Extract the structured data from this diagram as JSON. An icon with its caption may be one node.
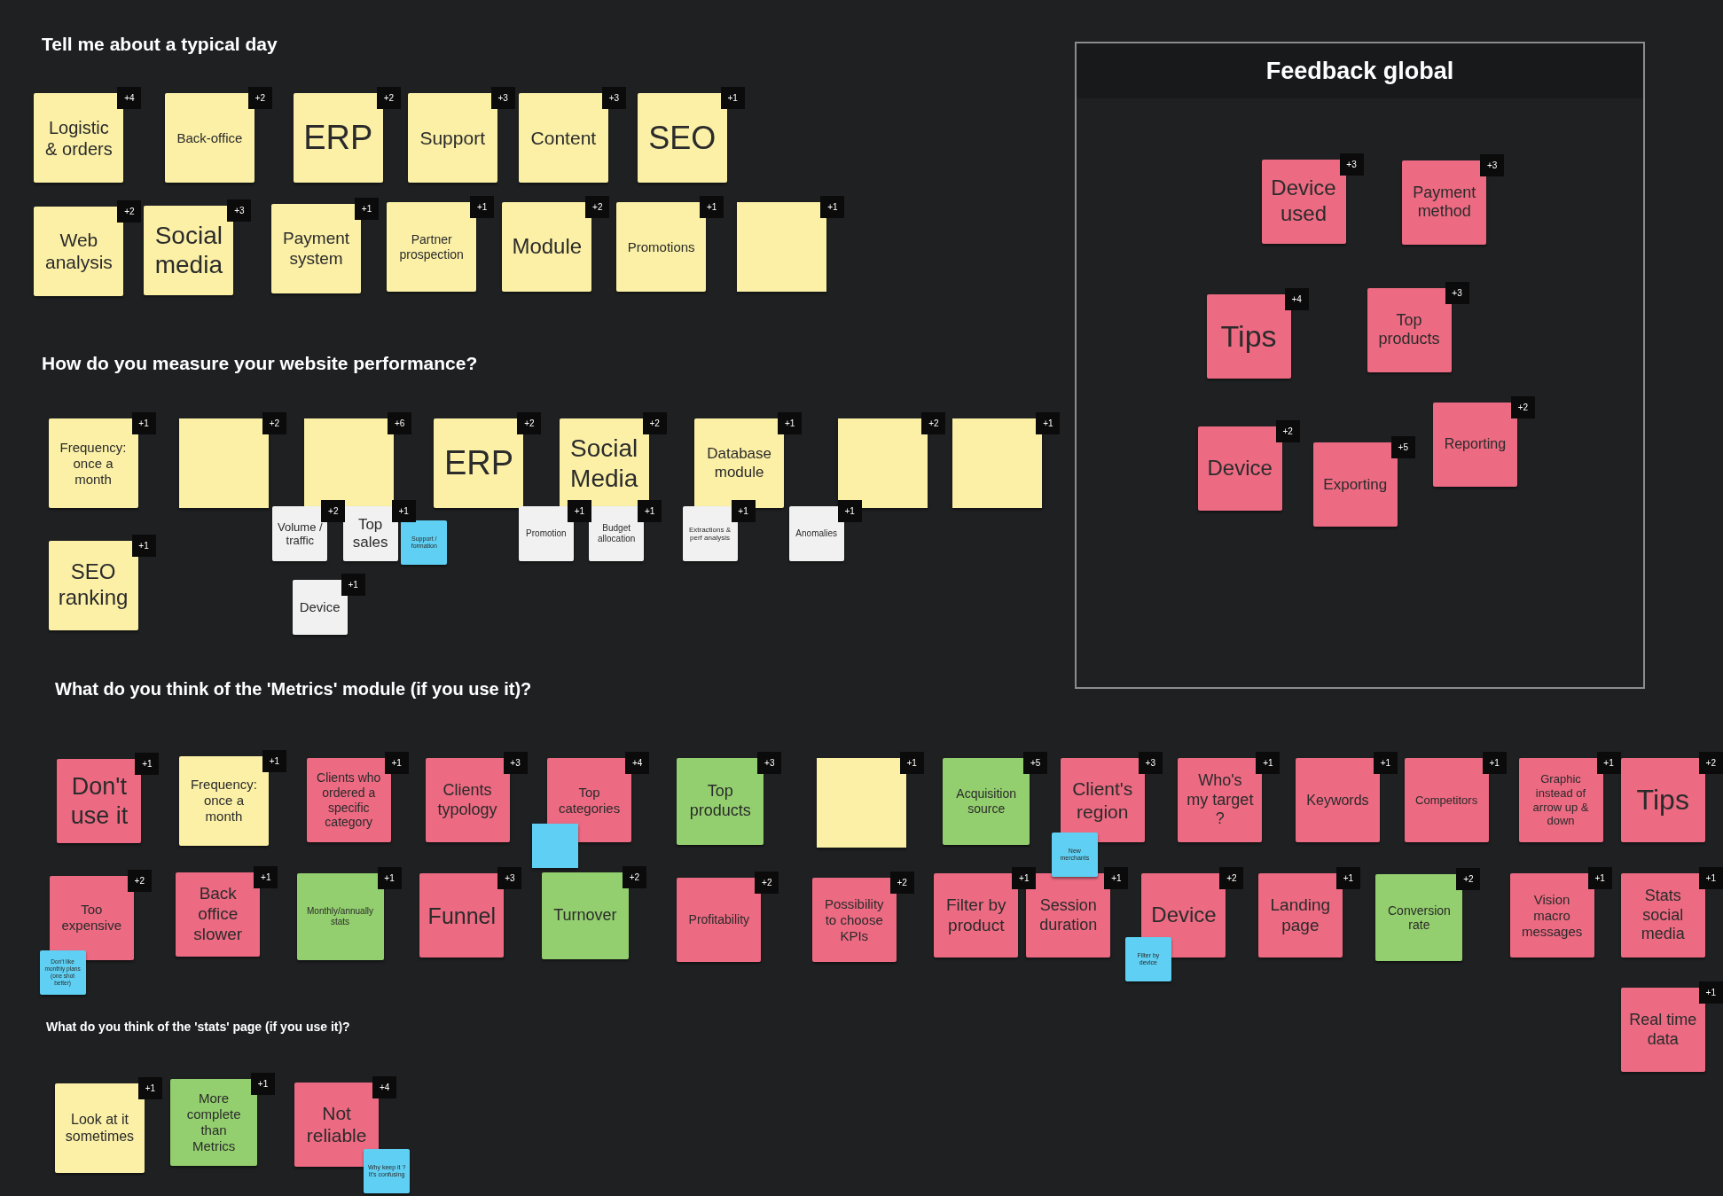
{
  "diagram": {
    "nodes": [
      {
        "text": [
          "Logistic & orders"
        ],
        "beside": [
          "+4"
        ]
      },
      {
        "text": [
          "Back-office"
        ],
        "beside": [
          "+2"
        ]
      },
      {
        "text": [
          "ERP"
        ],
        "beside": [
          "+2"
        ]
      },
      {
        "text": [
          "Support"
        ],
        "beside": [
          "+3"
        ]
      },
      {
        "text": [
          "Content"
        ],
        "beside": [
          "+3"
        ]
      },
      {
        "text": [
          "SEO"
        ],
        "beside": [
          "+1"
        ]
      },
      {
        "text": [
          "Web analysis"
        ],
        "beside": [
          "+2"
        ]
      },
      {
        "text": [
          "Social media"
        ],
        "beside": [
          "+3"
        ]
      },
      {
        "text": [
          "Payment system"
        ],
        "beside": [
          "+1"
        ]
      },
      {
        "text": [
          "Partner prospection"
        ],
        "beside": [
          "+1"
        ]
      },
      {
        "text": [
          "Module"
        ],
        "beside": [
          "+2"
        ]
      },
      {
        "text": [
          "Promotions"
        ],
        "beside": [
          "+1"
        ]
      },
      {
        "text": [],
        "shape": "box",
        "beside": [
          "+1"
        ]
      },
      {
        "text": [
          "Frequency: once a month"
        ],
        "beside": [
          "+1"
        ]
      },
      {
        "text": [],
        "shape": "box",
        "beside": [
          "+2"
        ]
      },
      {
        "text": [],
        "shape": "box",
        "beside": [
          "+6"
        ]
      },
      {
        "text": [
          "ERP"
        ],
        "beside": [
          "+2"
        ]
      },
      {
        "text": [
          "Social Media"
        ],
        "beside": [
          "+2"
        ]
      },
      {
        "text": [
          "Database module"
        ],
        "beside": [
          "+1"
        ]
      },
      {
        "text": [],
        "shape": "box",
        "beside": [
          "+2"
        ]
      },
      {
        "text": [],
        "shape": "box",
        "beside": [
          "+1"
        ]
      },
      {
        "text": [
          "Volume / traffic"
        ],
        "beside": [
          "+2"
        ]
      },
      {
        "text": [
          "Top sales"
        ],
        "beside": [
          "+1"
        ]
      },
      {
        "text": [
          "Support / formation"
        ]
      },
      {
        "text": [
          "Promotion"
        ],
        "beside": [
          "+1"
        ]
      },
      {
        "text": [
          "Budget allocation"
        ],
        "beside": [
          "+1"
        ]
      },
      {
        "text": [
          "Extractions & perf analysis"
        ],
        "beside": [
          "+1"
        ]
      },
      {
        "text": [
          "Anomalies"
        ],
        "beside": [
          "+1"
        ]
      },
      {
        "text": [
          "SEO ranking"
        ],
        "beside": [
          "+1"
        ]
      },
      {
        "text": [
          "Device"
        ],
        "beside": [
          "+1"
        ]
      },
      {
        "text": [
          "Feedback global"
        ]
      },
      {
        "text": [
          "Device used"
        ],
        "in": 30,
        "beside": [
          "+3"
        ]
      },
      {
        "text": [
          "Payment method"
        ],
        "in": 30,
        "beside": [
          "+3"
        ]
      },
      {
        "text": [
          "Tips"
        ],
        "in": 30,
        "beside": [
          "+4"
        ]
      },
      {
        "text": [
          "Top products"
        ],
        "in": 30,
        "beside": [
          "+3"
        ]
      },
      {
        "text": [
          "Device"
        ],
        "in": 30,
        "beside": [
          "+2"
        ]
      },
      {
        "text": [
          "Exporting"
        ],
        "in": 30,
        "beside": [
          "+5"
        ]
      },
      {
        "text": [
          "Reporting"
        ],
        "in": 30,
        "beside": [
          "+2"
        ]
      },
      {
        "text": [
          "Don't use it"
        ],
        "beside": [
          "+1"
        ]
      },
      {
        "text": [
          "Frequency: once a month"
        ],
        "beside": [
          "+1"
        ]
      },
      {
        "text": [
          "Clients who ordered a specific category"
        ],
        "beside": [
          "+1"
        ]
      },
      {
        "text": [
          "Clients typology"
        ],
        "beside": [
          "+3"
        ]
      },
      {
        "text": [
          "Top categories"
        ],
        "beside": [
          "+4"
        ]
      },
      {
        "text": [
          "Top products"
        ],
        "beside": [
          "+3"
        ]
      },
      {
        "text": [],
        "shape": "box",
        "beside": [
          "+1"
        ]
      },
      {
        "text": [
          "Acquisition source"
        ],
        "beside": [
          "+5"
        ]
      },
      {
        "text": [
          "Client's region"
        ],
        "beside": [
          "+3"
        ]
      },
      {
        "text": [
          "Who's my target ?"
        ],
        "beside": [
          "+1"
        ]
      },
      {
        "text": [
          "Keywords"
        ],
        "beside": [
          "+1"
        ]
      },
      {
        "text": [
          "Competitors"
        ],
        "beside": [
          "+1"
        ]
      },
      {
        "text": [
          "Graphic instead of arrow up & down"
        ],
        "beside": [
          "+1"
        ]
      },
      {
        "text": [
          "Tips"
        ],
        "beside": [
          "+2"
        ]
      },
      {
        "text": [],
        "shape": "box"
      },
      {
        "text": [
          "New merchants"
        ]
      },
      {
        "text": [
          "Too expensive"
        ],
        "beside": [
          "+2"
        ]
      },
      {
        "text": [
          "Back office slower"
        ],
        "beside": [
          "+1"
        ]
      },
      {
        "text": [
          "Monthly/annually stats"
        ],
        "beside": [
          "+1"
        ]
      },
      {
        "text": [
          "Funnel"
        ],
        "beside": [
          "+3"
        ]
      },
      {
        "text": [
          "Turnover"
        ],
        "beside": [
          "+2"
        ]
      },
      {
        "text": [
          "Profitability"
        ],
        "beside": [
          "+2"
        ]
      },
      {
        "text": [
          "Possibility to choose KPIs"
        ],
        "beside": [
          "+2"
        ]
      },
      {
        "text": [
          "Filter by product"
        ],
        "beside": [
          "+1"
        ]
      },
      {
        "text": [
          "Session duration"
        ],
        "beside": [
          "+1"
        ]
      },
      {
        "text": [
          "Device"
        ],
        "beside": [
          "+2"
        ]
      },
      {
        "text": [
          "Landing page"
        ],
        "beside": [
          "+1"
        ]
      },
      {
        "text": [
          "Conversion rate"
        ],
        "beside": [
          "+2"
        ]
      },
      {
        "text": [
          "Vision macro messages"
        ],
        "beside": [
          "+1"
        ]
      },
      {
        "text": [
          "Stats social media"
        ],
        "beside": [
          "+1"
        ]
      },
      {
        "text": [
          "Don't like monthly plans (one shot better)"
        ]
      },
      {
        "text": [
          "Filter by device"
        ]
      },
      {
        "text": [
          "Real time data"
        ],
        "beside": [
          "+1"
        ]
      },
      {
        "text": [
          "Look at it sometimes"
        ],
        "beside": [
          "+1"
        ]
      },
      {
        "text": [
          "More complete than Metrics"
        ],
        "beside": [
          "+1"
        ]
      },
      {
        "text": [
          "Not reliable"
        ],
        "beside": [
          "+4"
        ]
      },
      {
        "text": [
          "Why keep it ? It's confusing"
        ]
      }
    ],
    "edges": [],
    "labels": [
      "Tell me about a typical day",
      "How do you measure your website performance?",
      "What do you think of the 'Metrics' module (if you use it)?",
      "What do you think of the 'stats' page (if you use it)?"
    ]
  }
}
